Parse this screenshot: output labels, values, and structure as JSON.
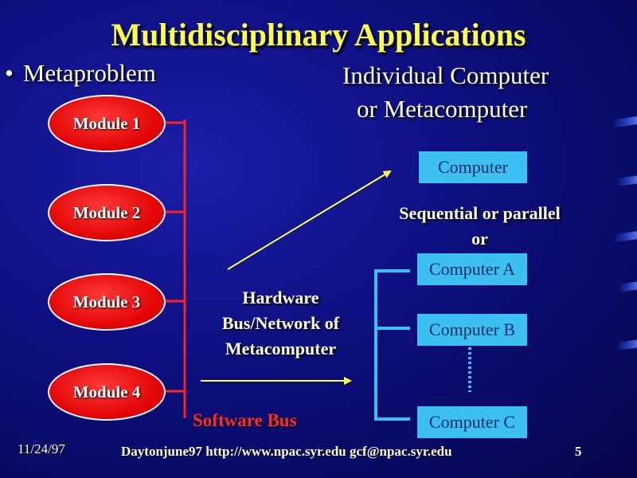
{
  "title": "Multidisciplinary Applications",
  "left_heading": {
    "bullet": "•",
    "text": "Metaproblem"
  },
  "right_heading": {
    "line1": "Individual Computer",
    "line2": "or Metacomputer"
  },
  "modules": [
    "Module 1",
    "Module 2",
    "Module 3",
    "Module 4"
  ],
  "computer_box": "Computer",
  "sequential_label": {
    "line1": "Sequential or parallel",
    "line2": "or"
  },
  "computers": [
    "Computer A",
    "Computer B",
    "Computer C"
  ],
  "hardware_label": {
    "line1": "Hardware",
    "line2": "Bus/Network of",
    "line3": "Metacomputer"
  },
  "software_bus_label": "Software Bus",
  "footer": {
    "date": "11/24/97",
    "center": "Daytonjune97 http://www.npac.syr.edu gcf@npac.syr.edu",
    "page": "5"
  },
  "colors": {
    "title": "#ffff44",
    "module_fill": "#e00000",
    "bus_line": "#ff2020",
    "arrow": "#ffff44",
    "computer_box": "#3cc0f2",
    "bracket": "#3cc0f2"
  }
}
